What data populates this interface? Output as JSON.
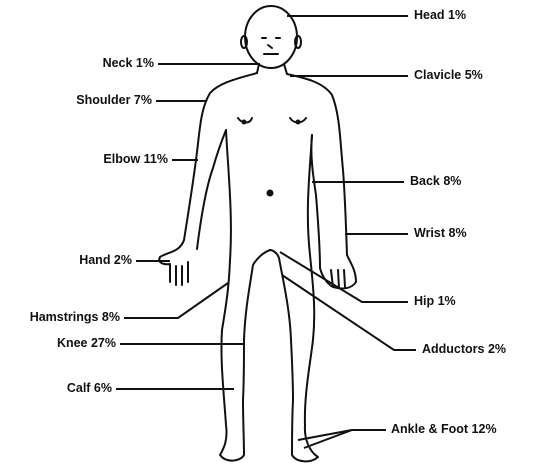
{
  "labels": {
    "head": "Head 1%",
    "neck": "Neck 1%",
    "clavicle": "Clavicle 5%",
    "shoulder": "Shoulder 7%",
    "elbow": "Elbow 11%",
    "back": "Back 8%",
    "wrist": "Wrist 8%",
    "hand": "Hand 2%",
    "hip": "Hip 1%",
    "hamstrings": "Hamstrings 8%",
    "adductors": "Adductors 2%",
    "knee": "Knee 27%",
    "calf": "Calf 6%",
    "ankle_foot": "Ankle & Foot 12%"
  },
  "colors": {
    "ink": "#111111",
    "background": "#ffffff"
  }
}
